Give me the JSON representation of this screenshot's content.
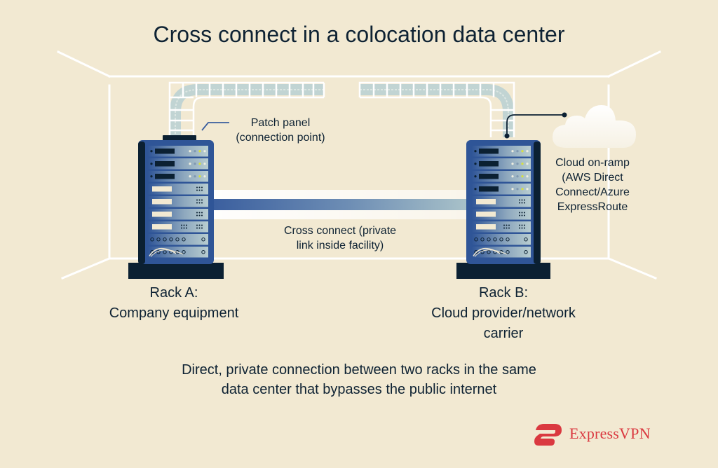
{
  "title": "Cross connect in a colocation data center",
  "patch_panel": {
    "line1": "Patch panel",
    "line2": "(connection point)"
  },
  "cross_connect": {
    "line1": "Cross connect (private",
    "line2": "link inside facility)"
  },
  "cloud_onramp": {
    "line1": "Cloud on-ramp",
    "line2": "(AWS Direct",
    "line3": "Connect/Azure",
    "line4": "ExpressRoute"
  },
  "rack_a": {
    "line1": "Rack A:",
    "line2": "Company equipment"
  },
  "rack_b": {
    "line1": "Rack B:",
    "line2": "Cloud provider/network",
    "line3": "carrier"
  },
  "description": {
    "line1": "Direct, private connection between two racks in the same",
    "line2": "data center that bypasses the public internet"
  },
  "brand": {
    "name": "ExpressVPN",
    "color": "#DA3940"
  },
  "colors": {
    "background": "#F2E9D2",
    "text": "#0E2233",
    "rack_blue": "#2F5597",
    "rack_dark": "#0B2032",
    "cable": "#B9D0D3",
    "led_yellow": "#D9E23C"
  },
  "icons": {
    "cloud": "cloud-icon",
    "rack_a": "server-rack-icon",
    "rack_b": "server-rack-icon",
    "logo": "expressvpn-logo-icon"
  }
}
